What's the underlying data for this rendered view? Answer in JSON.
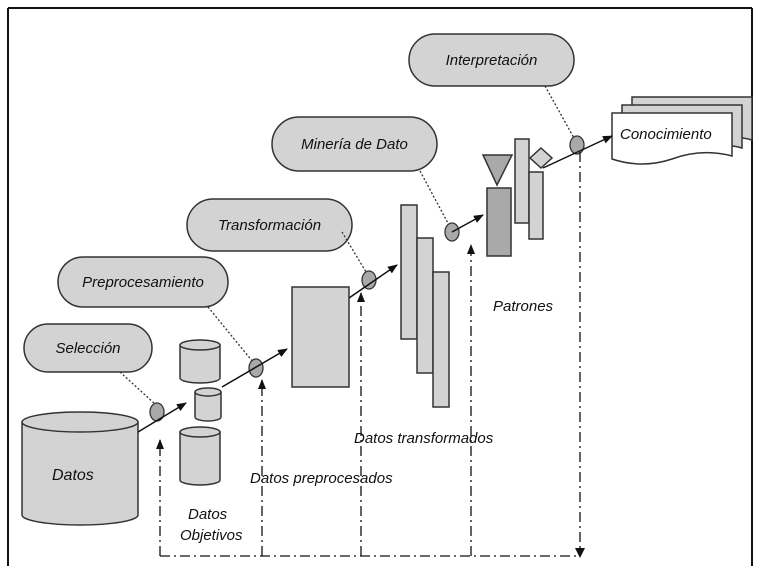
{
  "steps": {
    "seleccion": "Selección",
    "preprocesamiento": "Preprocesamiento",
    "transformacion": "Transformación",
    "mineria": "Minería de Dato",
    "interpretacion": "Interpretación"
  },
  "stages": {
    "datos": "Datos",
    "datos_objetivos_1": "Datos",
    "datos_objetivos_2": "Objetivos",
    "datos_preprocesados": "Datos preprocesados",
    "datos_transformados": "Datos transformados",
    "patrones": "Patrones",
    "conocimiento": "Conocimiento"
  },
  "colors": {
    "fill": "#d3d3d3",
    "fill_dark": "#a9a9a9",
    "stroke": "#333333",
    "text": "#111111"
  }
}
